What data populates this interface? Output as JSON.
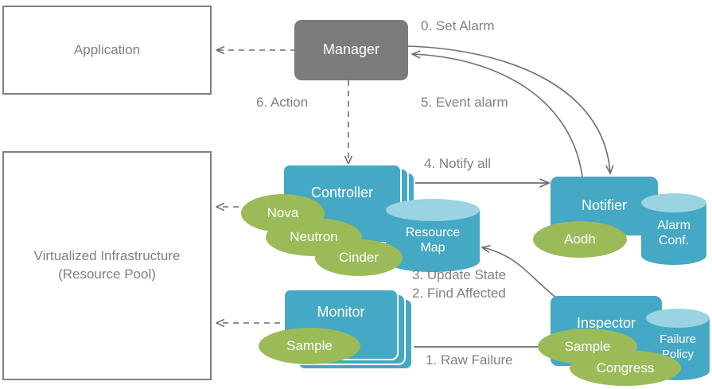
{
  "diagram": {
    "title": "OpenStack Doctor fault management architecture",
    "colors": {
      "service": "#45A8C4",
      "service_light": "#9AD3E2",
      "project": "#9BBB59",
      "manager": "#7B7B7B",
      "outline": "#808080",
      "label": "#808080",
      "background": "#ffffff"
    }
  },
  "boxes": [
    {
      "id": "application",
      "label": "Application"
    },
    {
      "id": "infrastructure",
      "line1": "Virtualized  Infrastructure",
      "line2": "(Resource Pool)"
    }
  ],
  "nodes": {
    "manager": {
      "label": "Manager"
    },
    "controller": {
      "label": "Controller"
    },
    "notifier": {
      "label": "Notifier"
    },
    "monitor": {
      "label": "Monitor"
    },
    "inspector": {
      "label": "Inspector"
    }
  },
  "datastores": {
    "resource_map": {
      "line1": "Resource",
      "line2": "Map"
    },
    "alarm_conf": {
      "line1": "Alarm",
      "line2": "Conf."
    },
    "failure_policy": {
      "line1": "Failure",
      "line2": "Policy"
    }
  },
  "projects": [
    {
      "id": "nova",
      "label": "Nova"
    },
    {
      "id": "neutron",
      "label": "Neutron"
    },
    {
      "id": "cinder",
      "label": "Cinder"
    },
    {
      "id": "aodh",
      "label": "Aodh"
    },
    {
      "id": "monitor-sample",
      "label": "Sample"
    },
    {
      "id": "inspector-sample",
      "label": "Sample"
    },
    {
      "id": "congress",
      "label": "Congress"
    }
  ],
  "flows": [
    {
      "id": "step0",
      "label": "0. Set Alarm"
    },
    {
      "id": "step1",
      "label": "1. Raw Failure"
    },
    {
      "id": "step2",
      "label": "2. Find Affected"
    },
    {
      "id": "step3",
      "label": "3. Update State"
    },
    {
      "id": "step4",
      "label": "4. Notify all"
    },
    {
      "id": "step5",
      "label": "5. Event alarm"
    },
    {
      "id": "step6",
      "label": "6. Action"
    }
  ]
}
